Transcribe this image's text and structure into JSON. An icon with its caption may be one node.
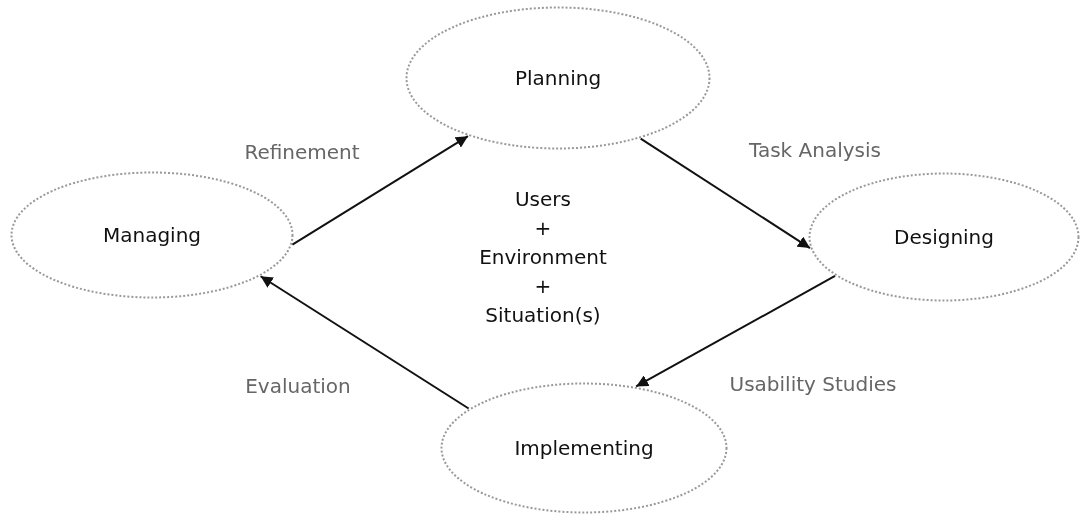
{
  "diagram": {
    "nodes": [
      {
        "text": [
          "Planning"
        ]
      },
      {
        "text": [
          "Managing"
        ]
      },
      {
        "text": [
          "Designing"
        ]
      },
      {
        "text": [
          "Implementing"
        ]
      }
    ],
    "edges": [
      {
        "from": 1,
        "to": 0,
        "arrow": "to",
        "label": "Refinement"
      },
      {
        "from": 0,
        "to": 2,
        "arrow": "to",
        "label": "Task Analysis"
      },
      {
        "from": 2,
        "to": 3,
        "arrow": "to",
        "label": "Usability Studies"
      },
      {
        "from": 3,
        "to": 1,
        "arrow": "to",
        "label": "Evaluation"
      }
    ],
    "labels": [
      "Users",
      "+",
      "Environment",
      "+",
      "Situation(s)"
    ]
  }
}
